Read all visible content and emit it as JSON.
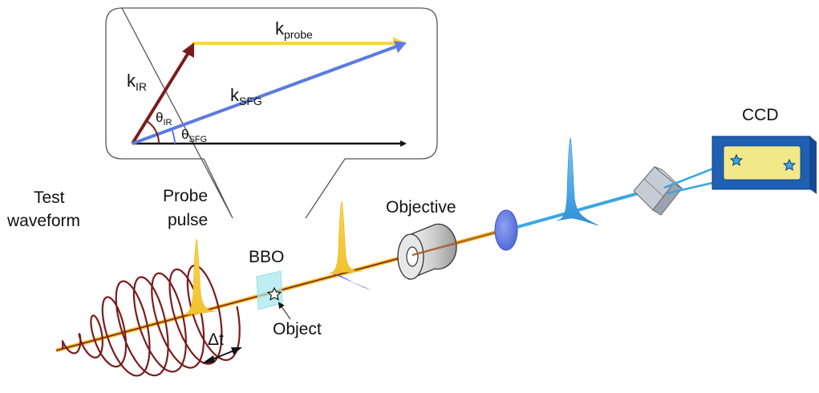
{
  "inset": {
    "k_probe": {
      "main": "k",
      "sub": "probe"
    },
    "k_IR": {
      "main": "k",
      "sub": "IR"
    },
    "k_SFG": {
      "main": "k",
      "sub": "SFG"
    },
    "theta_IR": {
      "main": "θ",
      "sub": "IR"
    },
    "theta_SFG": {
      "main": "θ",
      "sub": "SFG"
    }
  },
  "labels": {
    "test_waveform_line1": "Test",
    "test_waveform_line2": "waveform",
    "probe_pulse_line1": "Probe",
    "probe_pulse_line2": "pulse",
    "bbo": "BBO",
    "object": "Object",
    "objective": "Objective",
    "ccd": "CCD",
    "delay": "Δt"
  },
  "colors": {
    "probe_yellow": "#f7d44a",
    "ir_darkred": "#7a1c1c",
    "sfg_blue": "#5b7be0",
    "light_blue": "#3aa7e3",
    "ccd_blue": "#1f5fb4",
    "ccd_screen": "#f1e88a"
  }
}
